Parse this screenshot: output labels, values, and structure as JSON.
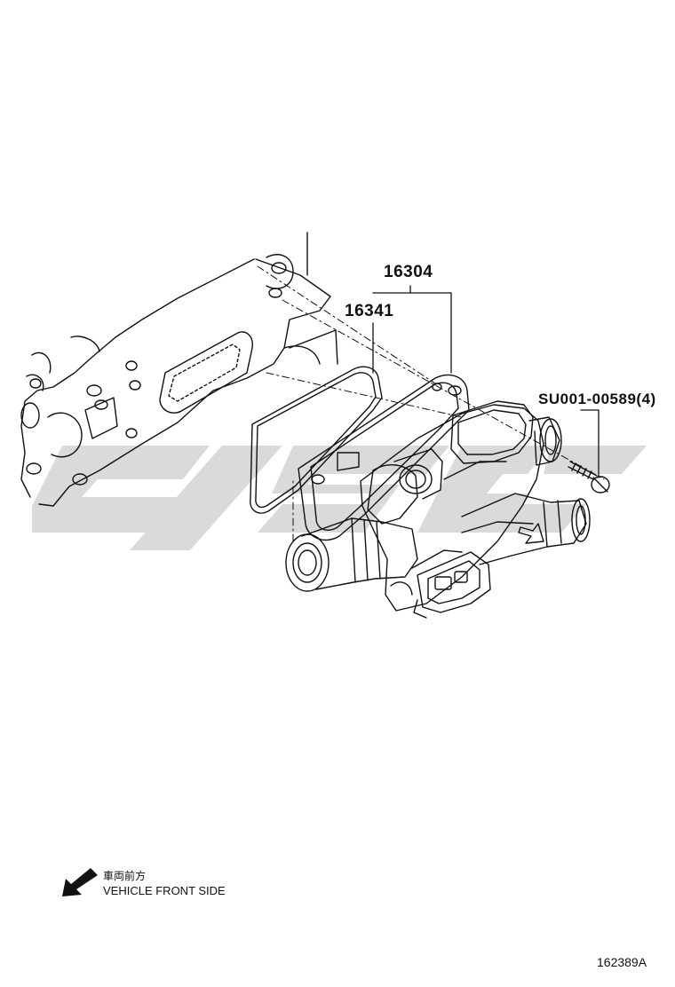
{
  "parts": {
    "thermostat_assembly": "16304",
    "gasket": "16341",
    "bolt": "SU001-00589(4)"
  },
  "legend": {
    "japanese": "車両前方",
    "english": "VEHICLE FRONT SIDE"
  },
  "figure_id": "162389A"
}
